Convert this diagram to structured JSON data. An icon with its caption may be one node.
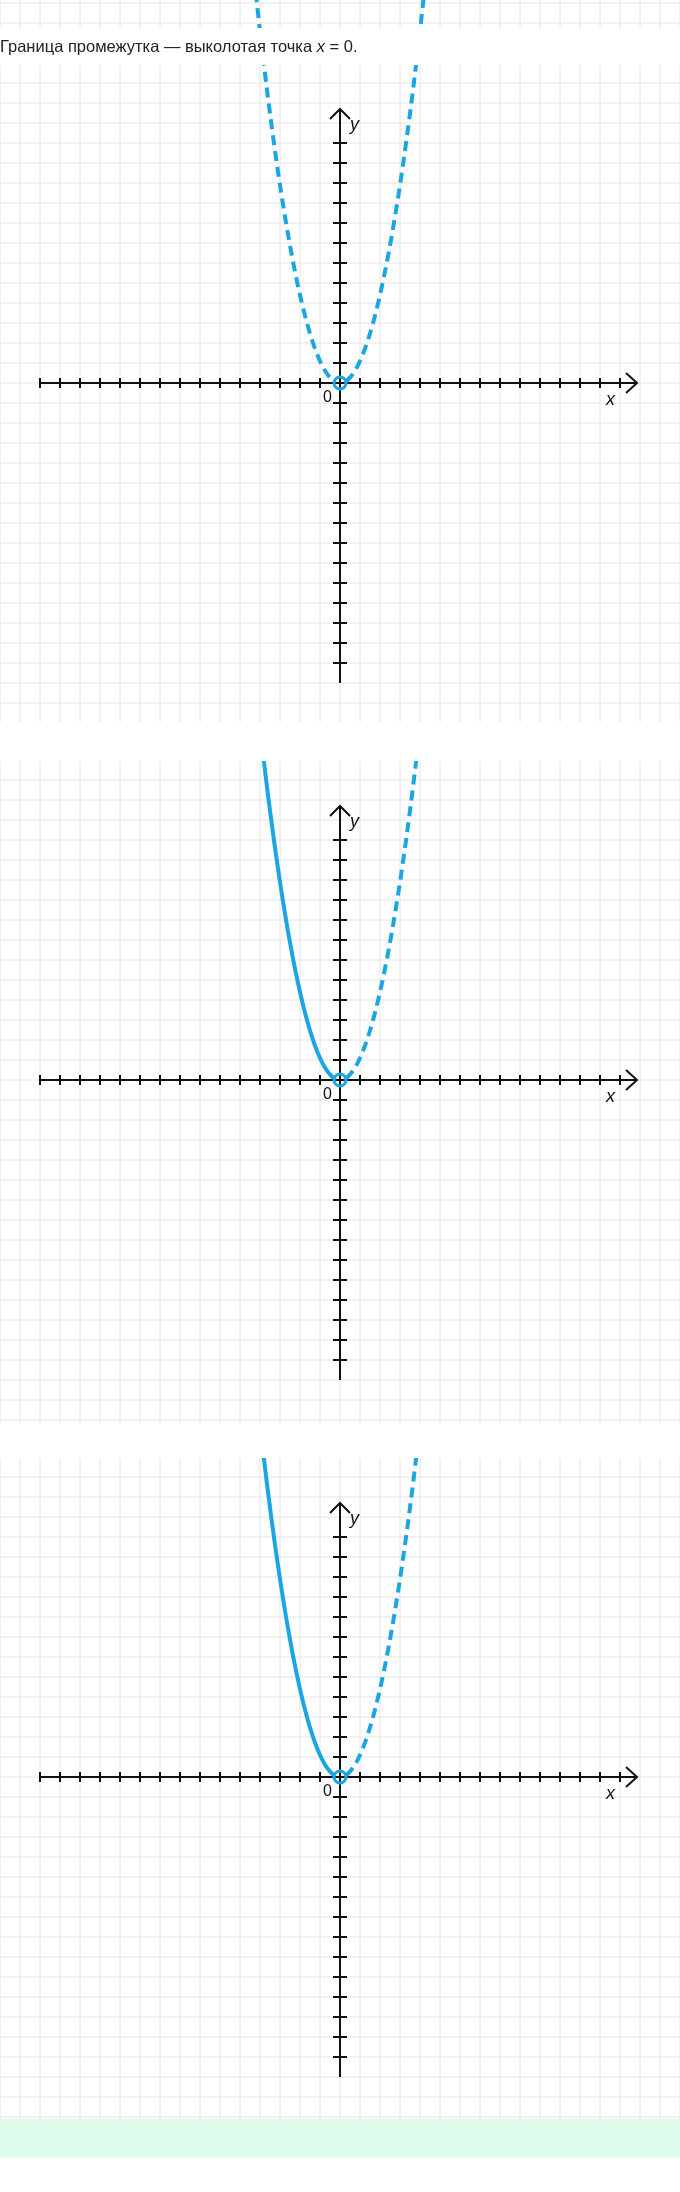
{
  "diagram": {
    "title": "Граница промежутка — выколотая точка *x* = 0.",
    "labels": [
      "y",
      "0",
      "x",
      "y",
      "0",
      "x",
      "y",
      "0",
      "x"
    ]
  }
}
